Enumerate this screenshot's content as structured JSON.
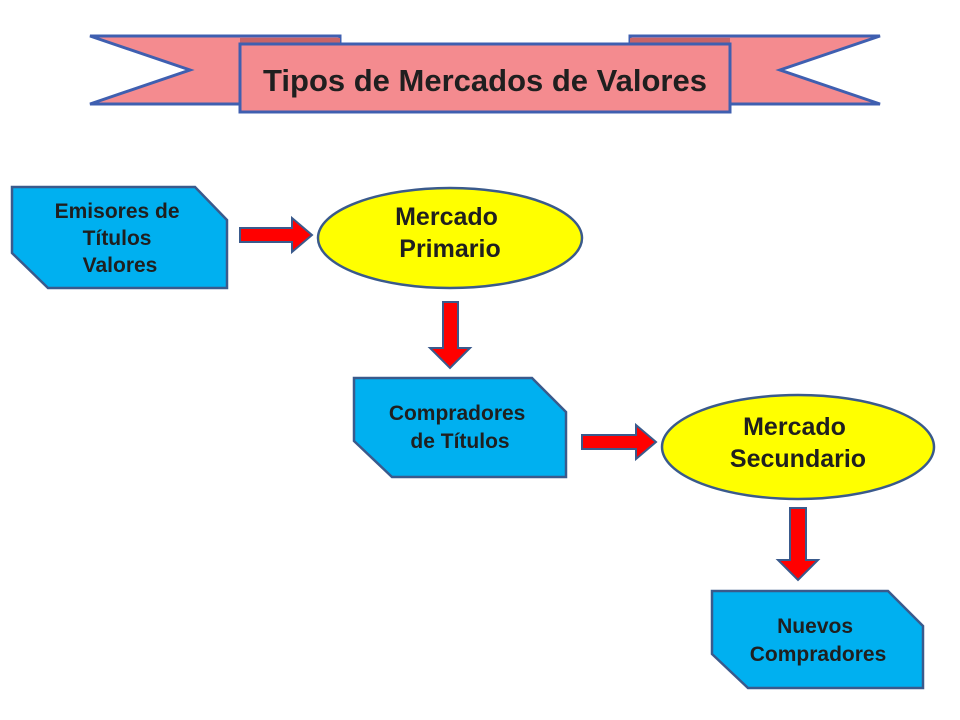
{
  "title": "Tipos de Mercados de Valores",
  "nodes": {
    "emisores": {
      "lines": [
        "Emisores de",
        "Títulos",
        "Valores"
      ]
    },
    "mercado_primario": {
      "lines": [
        "Mercado",
        "Primario"
      ]
    },
    "compradores": {
      "lines": [
        "Compradores",
        "de Títulos"
      ]
    },
    "mercado_secundario": {
      "lines": [
        "Mercado",
        "Secundario"
      ]
    },
    "nuevos": {
      "lines": [
        "Nuevos",
        "Compradores"
      ]
    }
  },
  "colors": {
    "banner": "#f48b8f",
    "banner_stroke": "#3f5fb0",
    "box_fill": "#00b0f0",
    "box_stroke": "#3a5a8c",
    "ellipse_fill": "#ffff00",
    "ellipse_stroke": "#3a5a8c",
    "arrow_fill": "#ff0000",
    "arrow_stroke": "#3a5a8c"
  }
}
